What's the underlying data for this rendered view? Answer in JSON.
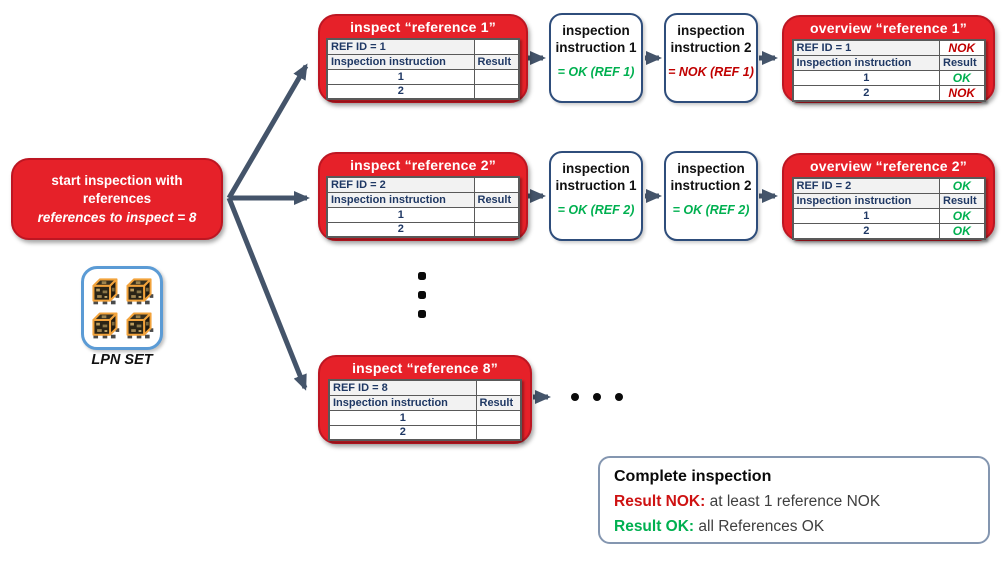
{
  "colors": {
    "red_box_fill": "#E62129",
    "red_box_border": "#BD1622",
    "table_text_navy": "#1F3864",
    "instruction_border": "#2E4D7B",
    "ok_green": "#00B050",
    "nok_red": "#C00000",
    "arrow": "#44546A",
    "lpn_icon_border": "#5B9BD5",
    "complete_border": "#8496B0"
  },
  "start_box": {
    "line1": "start inspection with references",
    "line2": "references to inspect = 8"
  },
  "lpn": {
    "label": "LPN SET",
    "icon": "crate-set-icon"
  },
  "rows": [
    {
      "inspect": {
        "title": "inspect “reference 1”",
        "table": {
          "cells": [
            [
              "REF ID = 1",
              ""
            ],
            [
              "Inspection instruction",
              "Result"
            ],
            [
              "1",
              ""
            ],
            [
              "2",
              ""
            ]
          ],
          "status": [
            "",
            "",
            "",
            ""
          ]
        }
      },
      "instr1": {
        "line1": "inspection",
        "line2": "instruction 1",
        "result": "= OK (REF 1)",
        "status": "OK"
      },
      "instr2": {
        "line1": "inspection",
        "line2": "instruction 2",
        "result": "= NOK (REF 1)",
        "status": "NOK"
      },
      "overview": {
        "title": "overview “reference 1”",
        "table": {
          "cells": [
            [
              "REF ID = 1",
              "NOK"
            ],
            [
              "Inspection instruction",
              "Result"
            ],
            [
              "1",
              "OK"
            ],
            [
              "2",
              "NOK"
            ]
          ],
          "status": [
            "NOK",
            "",
            "OK",
            "NOK"
          ]
        }
      }
    },
    {
      "inspect": {
        "title": "inspect “reference 2”",
        "table": {
          "cells": [
            [
              "REF ID = 2",
              ""
            ],
            [
              "Inspection instruction",
              "Result"
            ],
            [
              "1",
              ""
            ],
            [
              "2",
              ""
            ]
          ],
          "status": [
            "",
            "",
            "",
            ""
          ]
        }
      },
      "instr1": {
        "line1": "inspection",
        "line2": "instruction 1",
        "result": "= OK (REF 2)",
        "status": "OK"
      },
      "instr2": {
        "line1": "inspection",
        "line2": "instruction 2",
        "result": "= OK (REF 2)",
        "status": "OK"
      },
      "overview": {
        "title": "overview “reference 2”",
        "table": {
          "cells": [
            [
              "REF ID = 2",
              "OK"
            ],
            [
              "Inspection instruction",
              "Result"
            ],
            [
              "1",
              "OK"
            ],
            [
              "2",
              "OK"
            ]
          ],
          "status": [
            "OK",
            "",
            "OK",
            "OK"
          ]
        }
      }
    },
    {
      "inspect": {
        "title": "inspect “reference 8”",
        "table": {
          "cells": [
            [
              "REF ID = 8",
              ""
            ],
            [
              "Inspection instruction",
              "Result"
            ],
            [
              "1",
              ""
            ],
            [
              "2",
              ""
            ]
          ],
          "status": [
            "",
            "",
            "",
            ""
          ]
        }
      }
    }
  ],
  "complete": {
    "title": "Complete inspection",
    "nok_label": "Result NOK:",
    "nok_text": " at least 1 reference NOK",
    "ok_label": "Result OK:",
    "ok_text": " all References OK"
  }
}
